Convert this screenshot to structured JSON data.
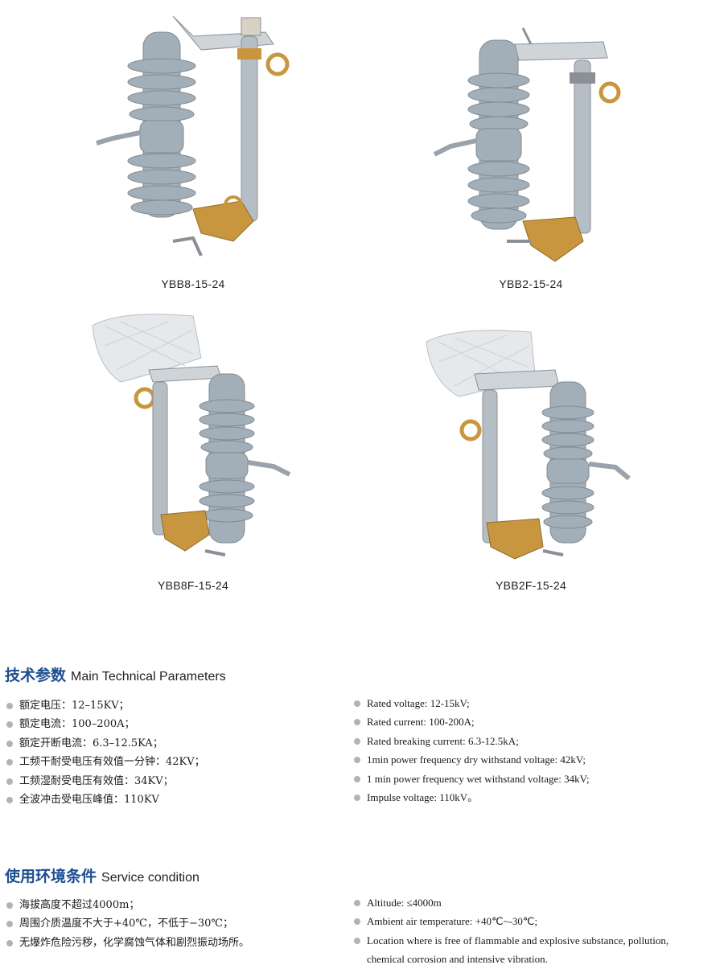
{
  "products": [
    {
      "model": "YBB8-15-24"
    },
    {
      "model": "YBB2-15-24"
    },
    {
      "model": "YBB8F-15-24"
    },
    {
      "model": "YBB2F-15-24"
    }
  ],
  "technical": {
    "title_zh": "技术参数",
    "title_en": "Main Technical Parameters",
    "items_zh": [
      "额定电压：12–15KV；",
      "额定电流：100–200A；",
      "额定开断电流：6.3–12.5KA；",
      "工频干耐受电压有效值一分钟：42KV；",
      "工频湿耐受电压有效值：34KV；",
      "全波冲击受电压峰值：110KV"
    ],
    "items_en": [
      "Rated voltage: 12-15kV;",
      "Rated current: 100-200A;",
      "Rated breaking current: 6.3-12.5kA;",
      "1min power frequency dry withstand voltage: 42kV;",
      "1 min power frequency wet withstand voltage: 34kV;",
      "Impulse voltage: 110kV。"
    ]
  },
  "service": {
    "title_zh": "使用环境条件",
    "title_en": "Service condition",
    "items_zh": [
      "海拔高度不超过4000m；",
      "周围介质温度不大于+40℃，不低于−30℃；",
      "无爆炸危险污秽，化学腐蚀气体和剧烈振动场所。"
    ],
    "items_en": [
      "Altitude: ≤4000m",
      "Ambient air temperature: +40℃~-30℃;",
      "Location where is free of flammable and explosive substance, pollution,",
      "chemical corrosion and  intensive vibration."
    ]
  },
  "colors": {
    "insulator": "#9fabb5",
    "brass": "#c8963e",
    "steel": "#c9ced3",
    "heading": "#1d4f91",
    "bullet": "#b3b3b3"
  }
}
